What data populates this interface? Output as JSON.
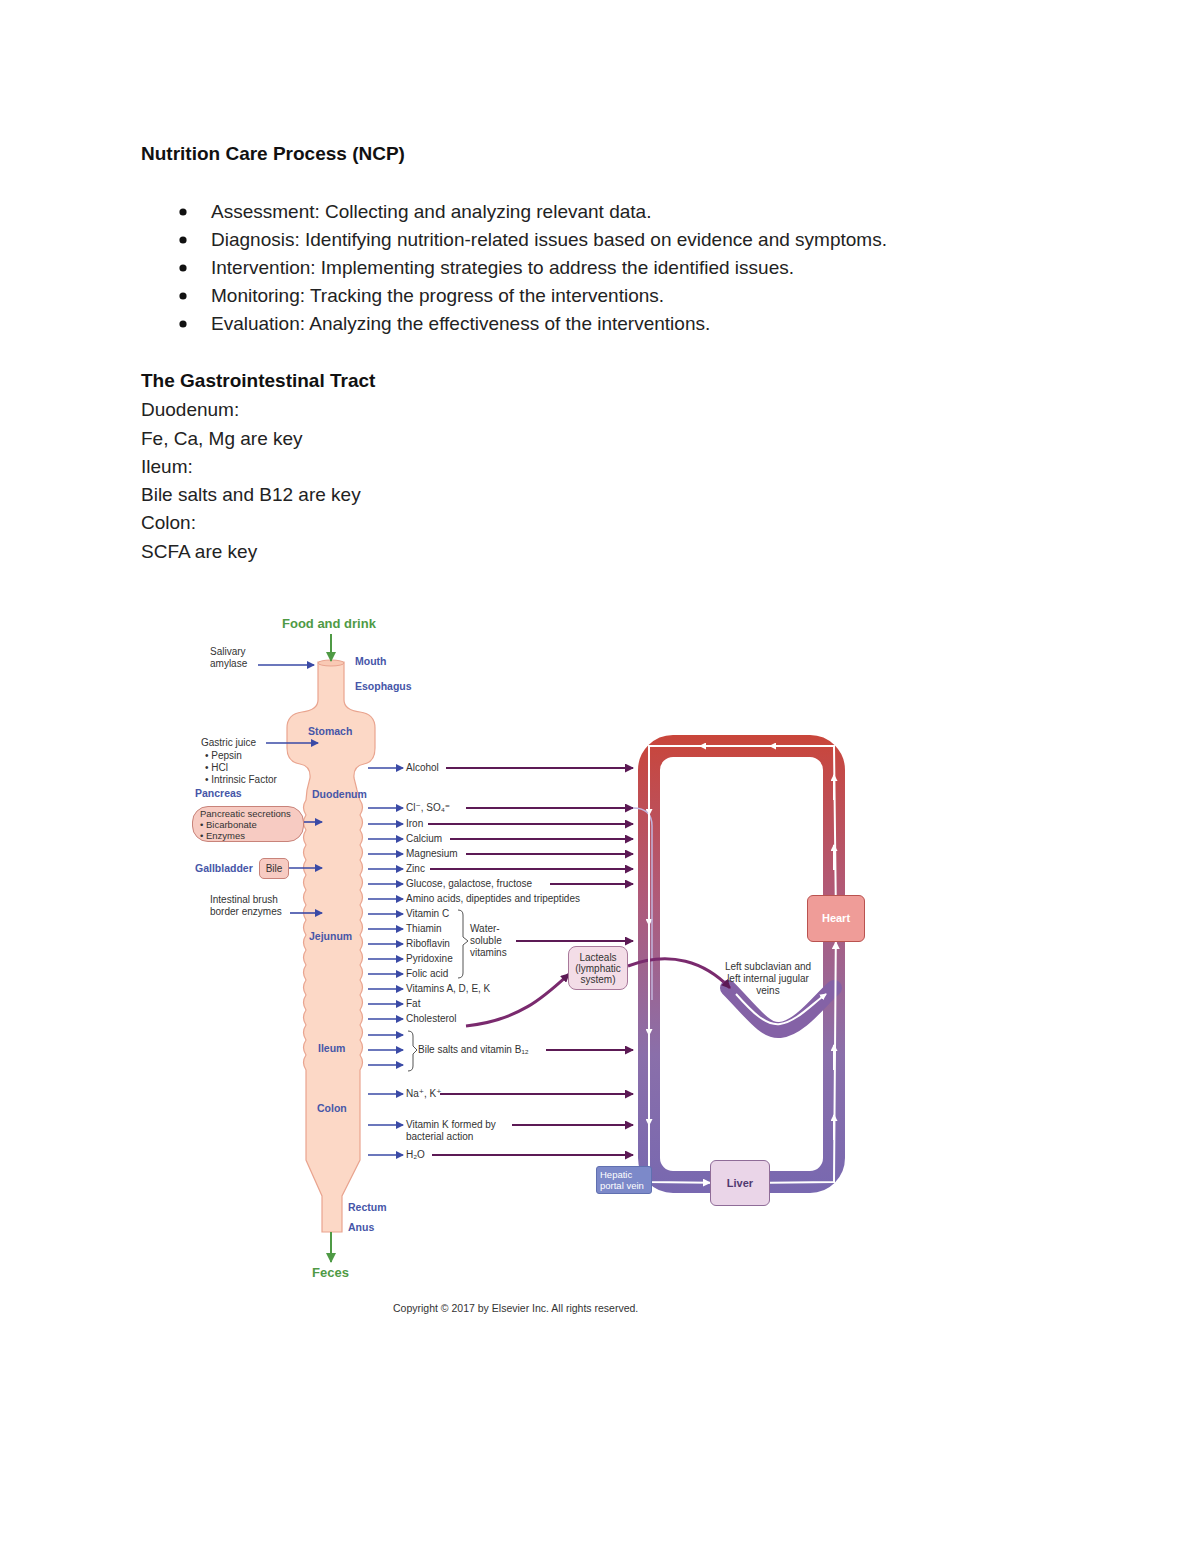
{
  "diagram": {
    "title": "Nutrition Care Process (NCP)",
    "nodes": [
      {
        "text": [
          "Pancreas",
          "Pancreatic secretions",
          "• Bicarbonate",
          "• Enzymes"
        ]
      },
      {
        "text": [
          "Gallbladder",
          "Bile"
        ]
      },
      {
        "text": [
          "Lacteals (lymphatic system)"
        ]
      },
      {
        "text": [
          "Heart"
        ]
      },
      {
        "text": [
          "Hepatic portal vein"
        ]
      },
      {
        "text": [
          "Liver"
        ]
      }
    ],
    "edges": [
      {
        "from": 5,
        "to": 3,
        "arrow": "to"
      },
      {
        "from": 3,
        "to": 5,
        "arrow": "to"
      }
    ],
    "labels": [
      "Assessment: Collecting and analyzing relevant data.",
      "Diagnosis: Identifying nutrition-related issues based on evidence and symptoms.",
      "Intervention: Implementing strategies to address the identified issues.",
      "Monitoring: Tracking the progress of the interventions.",
      "Evaluation: Analyzing the effectiveness of the interventions.",
      "The Gastrointestinal Tract",
      "Duodenum:",
      "Fe, Ca, Mg are key",
      "Ileum:",
      "Bile salts and B12 are key",
      "Colon:",
      "SCFA are key",
      "Food and drink",
      "Salivary amylase",
      "Mouth",
      "Esophagus",
      "Stomach",
      "Gastric juice",
      "• Pepsin",
      "• HCl",
      "• Intrinsic Factor",
      "Duodenum",
      "Intestinal brush border enzymes",
      "Jejunum",
      "Ileum",
      "Colon",
      "Rectum",
      "Anus",
      "Feces",
      "Alcohol",
      "Cl⁻, SO₄⁼",
      "Iron",
      "Calcium",
      "Magnesium",
      "Zinc",
      "Glucose, galactose, fructose",
      "Amino acids, dipeptides and tripeptides",
      "Vitamin C",
      "Thiamin",
      "Riboflavin",
      "Pyridoxine",
      "Folic acid",
      "Water-soluble vitamins",
      "Vitamins A, D, E, K",
      "Fat",
      "Cholesterol",
      "Bile salts and vitamin B₁₂",
      "Na⁺, K⁺",
      "Vitamin K formed by bacterial action",
      "H₂O",
      "Left subclavian and left internal jugular veins",
      "Copyright © 2017 by Elsevier Inc. All rights reserved."
    ]
  }
}
